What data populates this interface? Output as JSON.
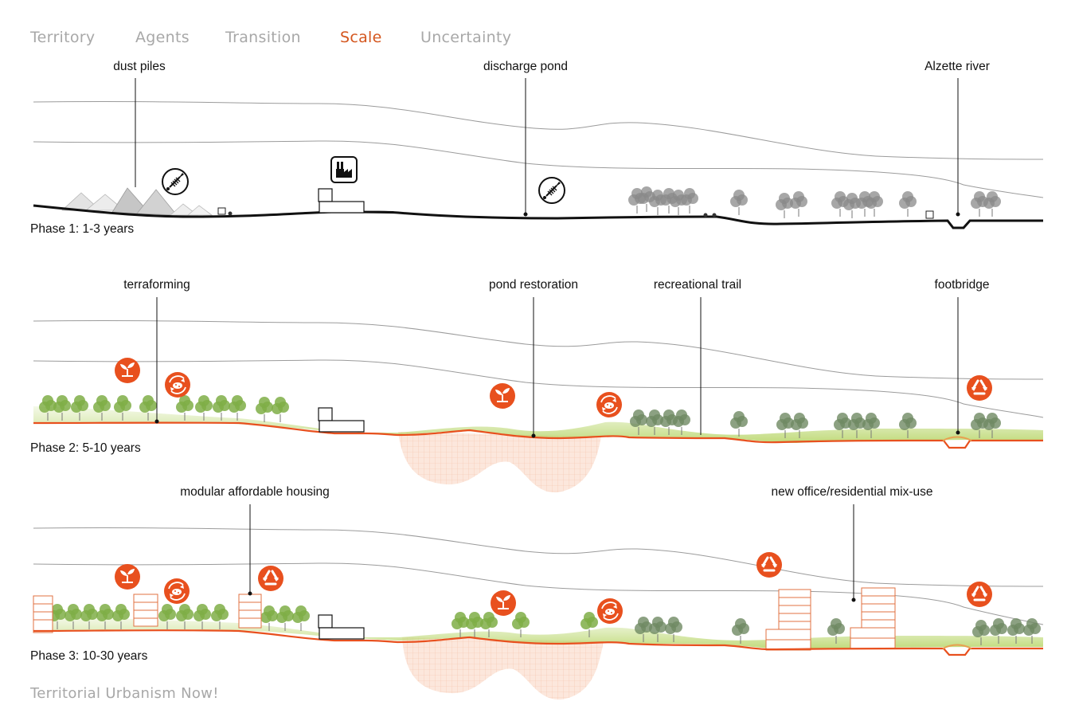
{
  "tabs": [
    "Territory",
    "Agents",
    "Transition",
    "Scale",
    "Uncertainty"
  ],
  "active_tab": "Scale",
  "accent_color": "#e8501e",
  "footer": "Territorial Urbanism Now!",
  "phases": [
    {
      "label": "Phase 1: 1-3 years",
      "annotations": [
        "dust piles",
        "discharge pond",
        "Alzette river"
      ],
      "icons": [
        "fishbone-shovel-icon",
        "factory-icon",
        "fishbone-shovel-icon"
      ]
    },
    {
      "label": "Phase 2: 5-10 years",
      "annotations": [
        "terraforming",
        "pond restoration",
        "recreational trail",
        "footbridge"
      ],
      "icons": [
        "sprout-icon",
        "compost-cycle-icon",
        "sprout-icon",
        "compost-cycle-icon",
        "recycle-icon"
      ]
    },
    {
      "label": "Phase 3: 10-30 years",
      "annotations": [
        "modular affordable housing",
        "new office/residential mix-use"
      ],
      "icons": [
        "sprout-icon",
        "compost-cycle-icon",
        "recycle-icon",
        "sprout-icon",
        "compost-cycle-icon",
        "recycle-icon",
        "recycle-icon"
      ]
    }
  ]
}
